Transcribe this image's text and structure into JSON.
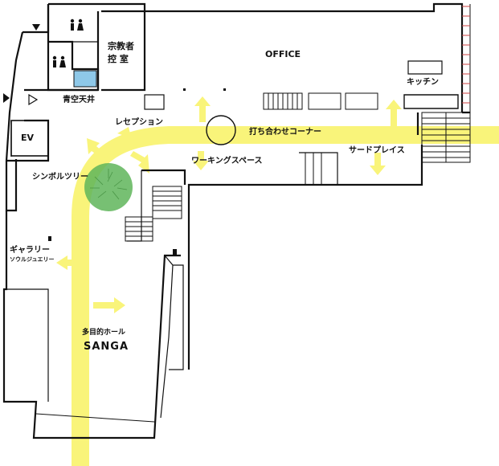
{
  "rooms": {
    "office": "OFFICE",
    "kitchen": "キッチン",
    "reception": "レセプション",
    "meeting_corner": "打ち合わせコーナー",
    "third_place": "サードプレイス",
    "working_space": "ワーキングスペース",
    "symbol_tree": "シンボルツリー",
    "gallery": "ギャラリー",
    "gallery_sub": "ソウルジュエリー",
    "hall_title": "多目的ホール",
    "hall_name": "SANGA",
    "atrium": "青空天井",
    "ev": "EV",
    "religious_room_line1": "宗教者",
    "religious_room_line2": "控 室"
  },
  "colors": {
    "corridor": "#f9f47a",
    "tree": "#5fb55a",
    "accessible_restroom": "#8ec8e8",
    "wall": "#111111"
  },
  "icons": [
    "entrance-arrow-icon",
    "restroom-icon",
    "stairs-icon",
    "door-icon"
  ]
}
